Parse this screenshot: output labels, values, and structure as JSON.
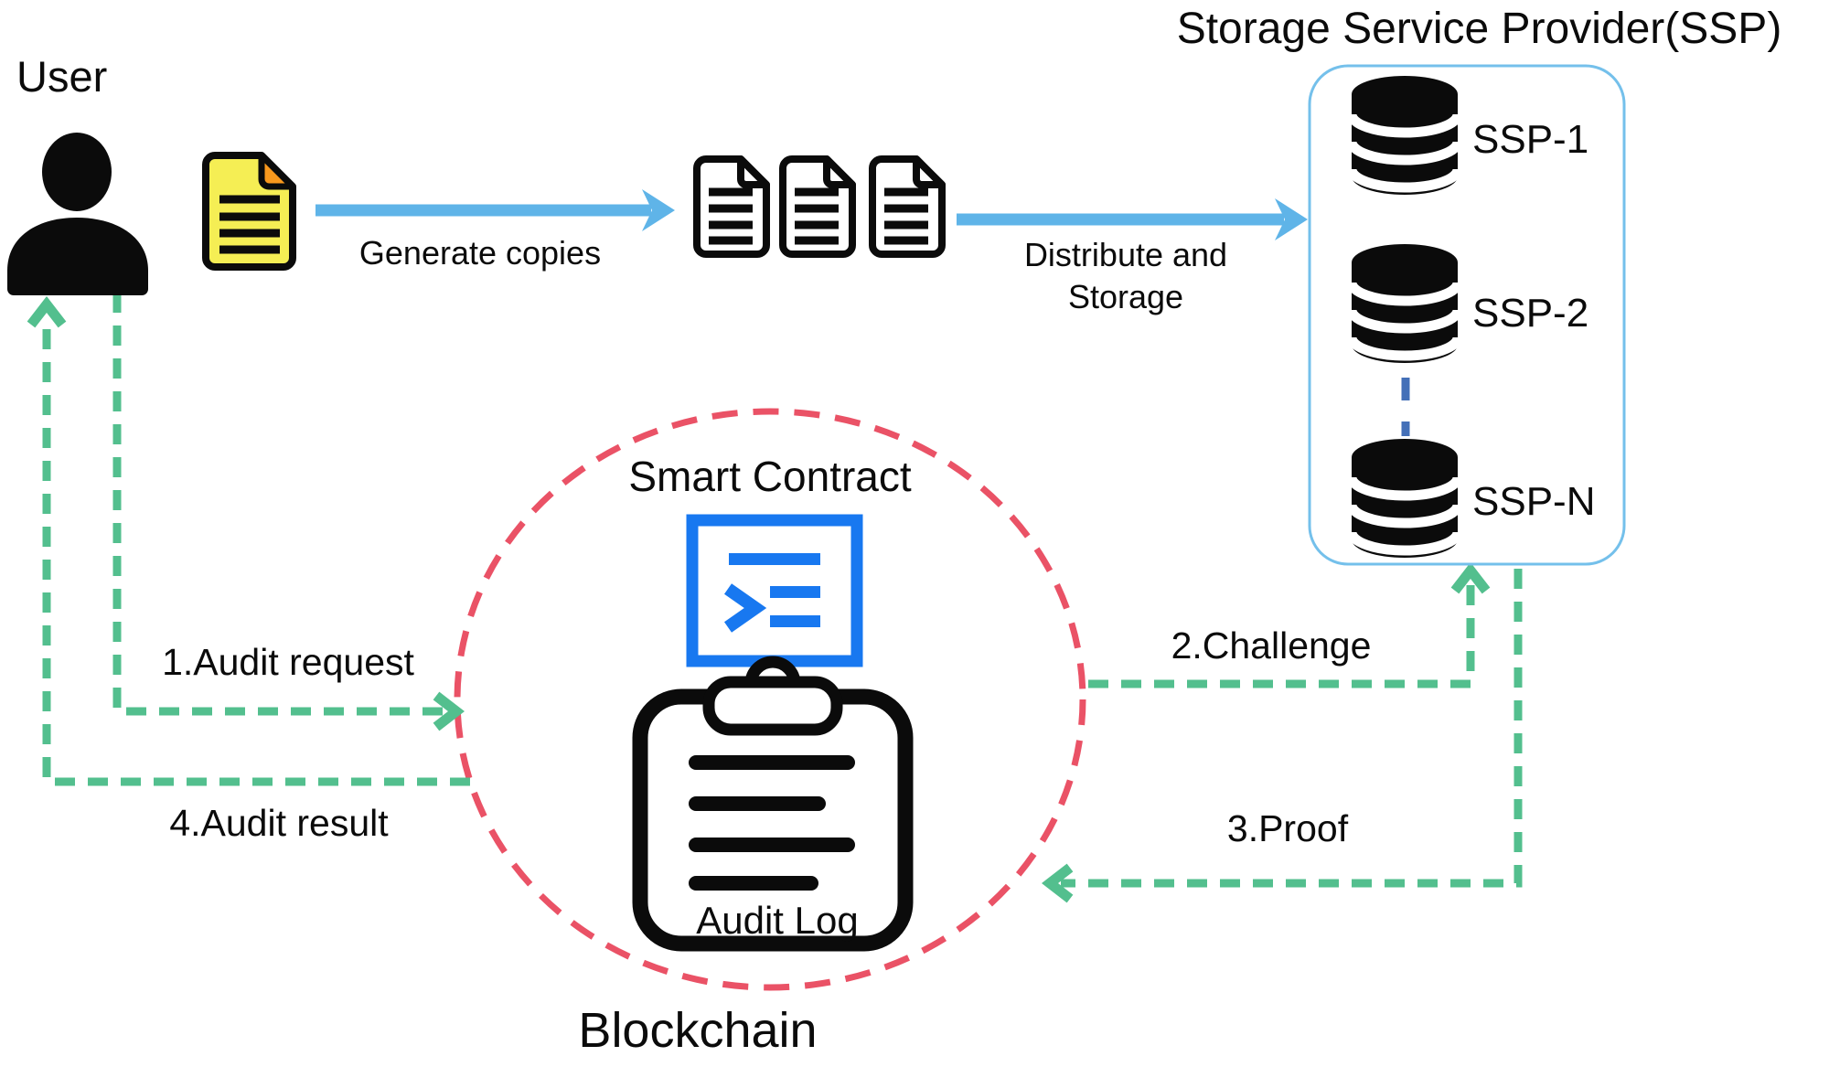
{
  "user": {
    "label": "User"
  },
  "flows": {
    "generate": {
      "label": "Generate copies"
    },
    "distribute": {
      "label": "Distribute and\nStorage"
    },
    "audit_request": {
      "label": "1.Audit request"
    },
    "challenge": {
      "label": "2.Challenge"
    },
    "proof": {
      "label": "3.Proof"
    },
    "audit_result": {
      "label": "4.Audit result"
    }
  },
  "ssp": {
    "title": "Storage Service Provider(SSP)",
    "items": [
      {
        "label": "SSP-1"
      },
      {
        "label": "SSP-2"
      },
      {
        "label": "SSP-N"
      }
    ]
  },
  "blockchain": {
    "label": "Blockchain",
    "smart_contract_label": "Smart Contract",
    "audit_log_label": "Audit Log"
  },
  "colors": {
    "flow_green": "#53BF8E",
    "arrow_blue": "#5FB4E8",
    "ssp_box_blue": "#74C0EB",
    "blockchain_circle_red": "#EA5266",
    "smart_contract_blue": "#1878F0",
    "ssp_connector_blue": "#4470B8",
    "document_yellow": "#F5EE54",
    "document_fold_orange": "#F8981D",
    "icon_black": "#0b0b0b"
  }
}
